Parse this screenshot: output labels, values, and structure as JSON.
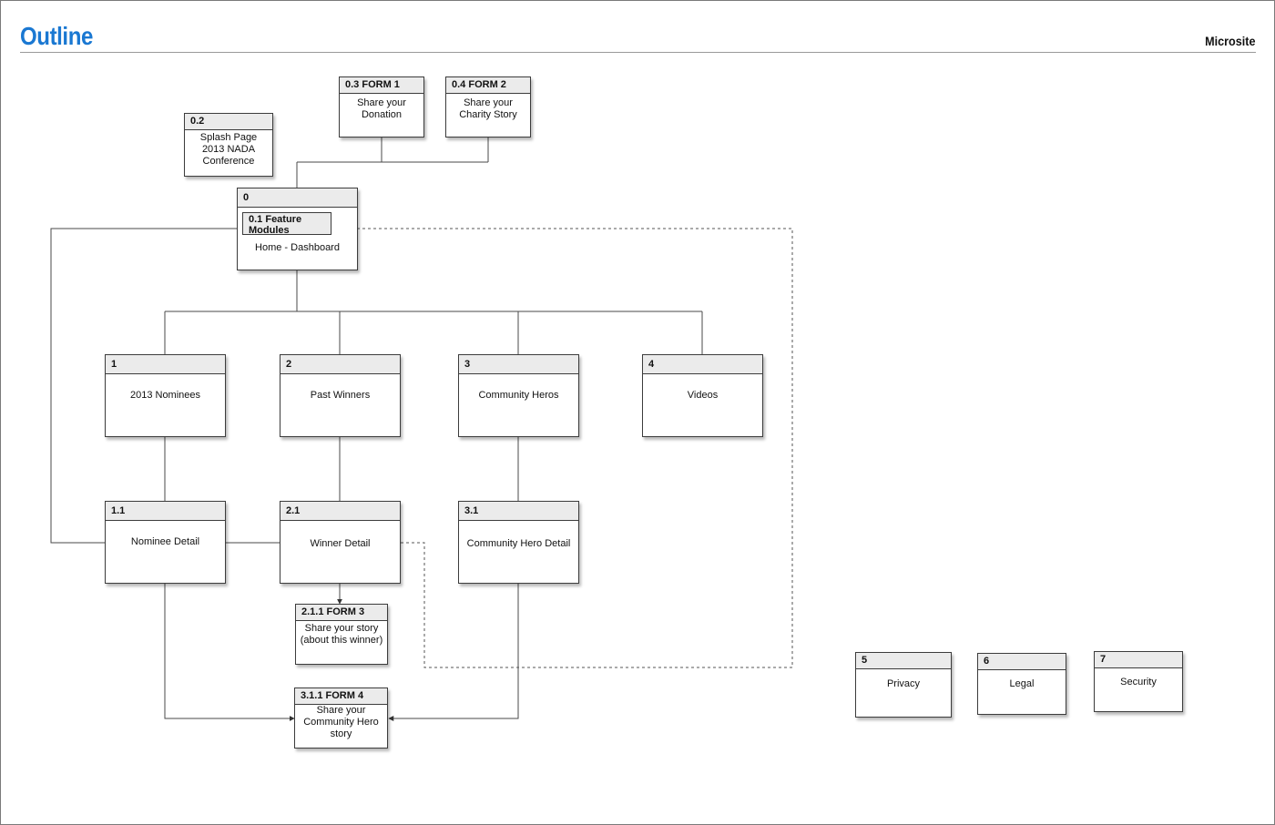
{
  "header": {
    "title": "Outline",
    "site_label": "Microsite"
  },
  "colors": {
    "title": "#1a78d2",
    "node_header": "#ebebeb",
    "line": "#3c3c3c"
  },
  "nodes": {
    "n02": {
      "id": "0.2",
      "label": "Splash Page\n2013 NADA\nConference"
    },
    "n03": {
      "id": "0.3 FORM 1",
      "label": "Share your\nDonation"
    },
    "n04": {
      "id": "0.4 FORM 2",
      "label": "Share your\nCharity Story"
    },
    "n0": {
      "id": "0",
      "inner": "0.1 Feature\nModules",
      "label": "Home - Dashboard"
    },
    "n1": {
      "id": "1",
      "label": "2013 Nominees"
    },
    "n2": {
      "id": "2",
      "label": "Past Winners"
    },
    "n3": {
      "id": "3",
      "label": "Community Heros"
    },
    "n4": {
      "id": "4",
      "label": "Videos"
    },
    "n11": {
      "id": "1.1",
      "label": "Nominee Detail"
    },
    "n21": {
      "id": "2.1",
      "label": "Winner Detail"
    },
    "n31": {
      "id": "3.1",
      "label": "Community Hero Detail"
    },
    "n211": {
      "id": "2.1.1 FORM 3",
      "label": "Share your story\n(about this winner)"
    },
    "n3111": {
      "id": "3.1.1 FORM 4",
      "label": "Share your\nCommunity Hero\nstory"
    },
    "n5": {
      "id": "5",
      "label": "Privacy"
    },
    "n6": {
      "id": "6",
      "label": "Legal"
    },
    "n7": {
      "id": "7",
      "label": "Security"
    }
  }
}
